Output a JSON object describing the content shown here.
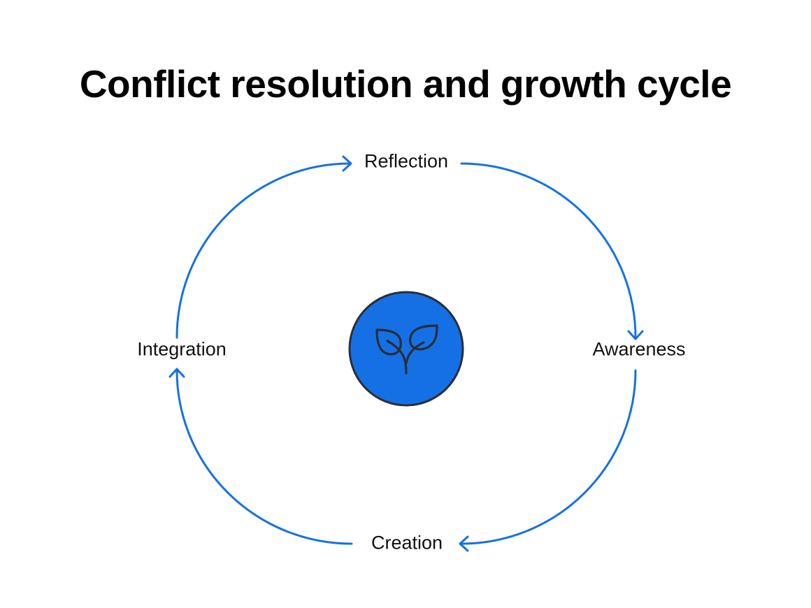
{
  "title": "Conflict resolution and growth cycle",
  "stages": [
    "Reflection",
    "Awareness",
    "Creation",
    "Integration"
  ],
  "center_icon": "sprout-icon",
  "colors": {
    "accent": "#1570E6",
    "outline": "#2A2E35",
    "text": "#111111"
  }
}
